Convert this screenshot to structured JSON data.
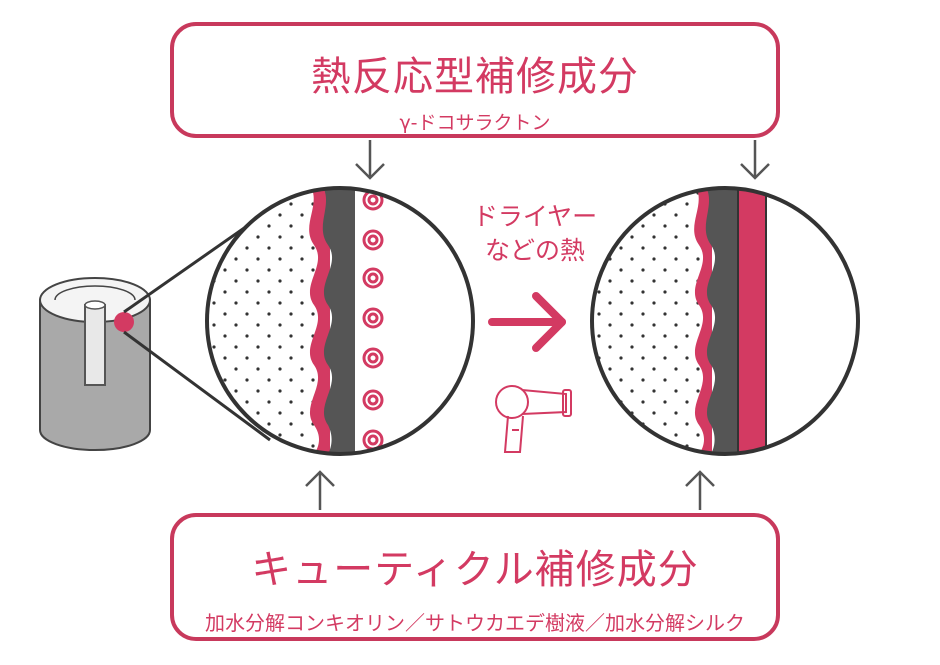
{
  "top_box": {
    "title": "熱反応型補修成分",
    "subtitle": "γ-ドコサラクトン"
  },
  "heat": {
    "line1": "ドライヤー",
    "line2": "などの熱"
  },
  "bottom_box": {
    "title": "キューティクル補修成分",
    "subtitle": "加水分解コンキオリン／サトウカエデ樹液／加水分解シルク"
  },
  "icons": {
    "arrow": "right-arrow-icon",
    "dryer": "hair-dryer-icon"
  },
  "colors": {
    "accent": "#d33a62",
    "cuticle_gray": "#555555",
    "hair_gray": "#a8a8a8"
  }
}
